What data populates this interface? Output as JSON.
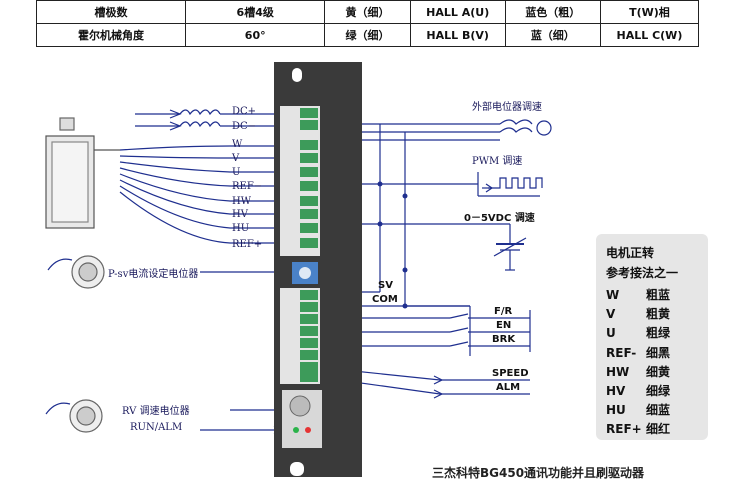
{
  "spec_table": {
    "rows": [
      {
        "cells": [
          "槽极数",
          "6槽4级",
          "黄（细）",
          "HALL A(U)",
          "蓝色（粗）",
          "T(W)相"
        ]
      },
      {
        "cells": [
          "霍尔机械角度",
          "60°",
          "绿（细）",
          "HALL B(V)",
          "蓝（细）",
          "HALL C(W)"
        ]
      }
    ]
  },
  "terminals": [
    "DC+",
    "DC−",
    "W",
    "V",
    "U",
    "REF−",
    "HW",
    "HV",
    "HU",
    "REF+"
  ],
  "labels": {
    "psv_pot": "P-sv电流设定电位器",
    "ext_pot": "外部电位器调速",
    "pwm": "PWM 调速",
    "vdc": "0－5VDC 调速",
    "sv": "SV",
    "com": "COM",
    "fr": "F/R",
    "en": "EN",
    "brk": "BRK",
    "speed": "SPEED",
    "alm": "ALM",
    "rv_pot": "RV 调速电位器",
    "run_alm": "RUN/ALM",
    "bottom_caption": "三杰科特BG450通讯功能并且刷驱动器"
  },
  "note": {
    "title_1": "电机正转",
    "title_2": "参考接法之一",
    "rows": [
      {
        "k": "W",
        "v": "粗蓝"
      },
      {
        "k": "V",
        "v": "粗黄"
      },
      {
        "k": "U",
        "v": "粗绿"
      },
      {
        "k": "REF-",
        "v": "细黑"
      },
      {
        "k": "HW",
        "v": "细黄"
      },
      {
        "k": "HV",
        "v": "细绿"
      },
      {
        "k": "HU",
        "v": "细蓝"
      },
      {
        "k": "REF+",
        "v": "细红"
      }
    ]
  },
  "colors": {
    "wire": "#1f2f8f",
    "terminal": "#3d9b5a",
    "driver_body": "#3a3a3a",
    "note_bg": "#e6e6e6"
  }
}
